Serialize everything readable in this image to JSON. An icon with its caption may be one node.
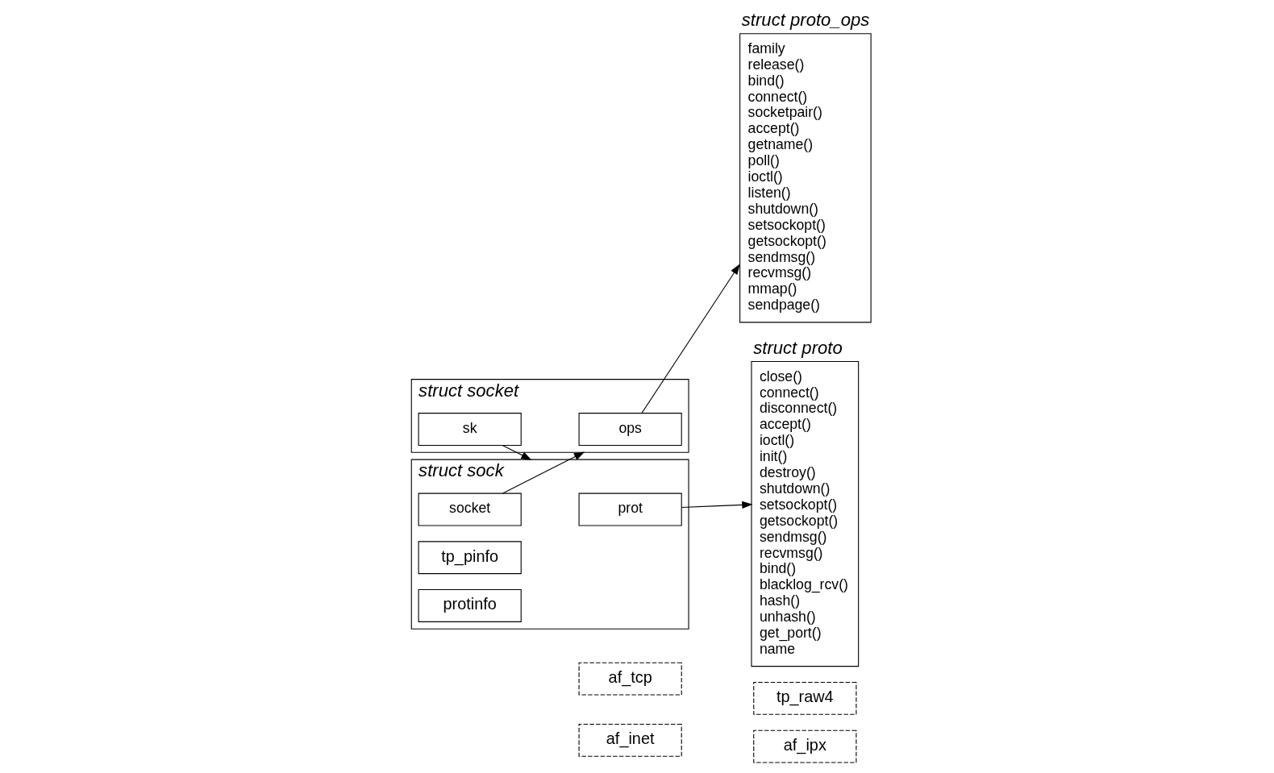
{
  "diagram": {
    "nodes": [
      {
        "text": [
          "struct socket"
        ]
      },
      {
        "text": [
          "ops"
        ],
        "in": 0
      },
      {
        "text": [
          "sk"
        ],
        "in": 0
      },
      {
        "text": [
          "struct proto_ops",
          "family",
          "release()",
          "bind()",
          "connect()",
          "socketpair()",
          "accept()",
          "getname()",
          "poll()",
          "ioctl()",
          "listen()",
          "shutdown()",
          "setsockopt()",
          "getsockopt()",
          "sendmsg()",
          "recvmsg()",
          "mmap()",
          "sendpage()"
        ]
      },
      {
        "text": [
          "struct sock"
        ]
      },
      {
        "text": [
          "prot"
        ],
        "in": 4
      },
      {
        "text": [
          "tp_pinfo"
        ],
        "in": 4
      },
      {
        "text": [
          "protinfo"
        ],
        "in": 4
      },
      {
        "text": [
          "socket"
        ],
        "in": 4
      },
      {
        "text": [
          "af_tcp"
        ]
      },
      {
        "text": [
          "tp_raw4"
        ]
      },
      {
        "text": [
          "af_inet"
        ]
      },
      {
        "text": [
          "af_ipx"
        ]
      },
      {
        "text": [
          "struct proto",
          "close()",
          "connect()",
          "disconnect()",
          "accept()",
          "ioctl()",
          "init()",
          "destroy()",
          "shutdown()",
          "setsockopt()",
          "getsockopt()",
          "sendmsg()",
          "recvmsg()",
          "bind()",
          "blacklog_rcv()",
          "hash()",
          "unhash()",
          "get_port()",
          "name"
        ]
      }
    ],
    "edges": [
      {
        "from": 1,
        "to": 3,
        "arrow": "to"
      },
      {
        "from": 2,
        "to": 4,
        "arrow": "to"
      },
      {
        "from": 5,
        "to": 13,
        "arrow": "to"
      },
      {
        "from": 8,
        "to": 0,
        "arrow": "to"
      }
    ]
  }
}
